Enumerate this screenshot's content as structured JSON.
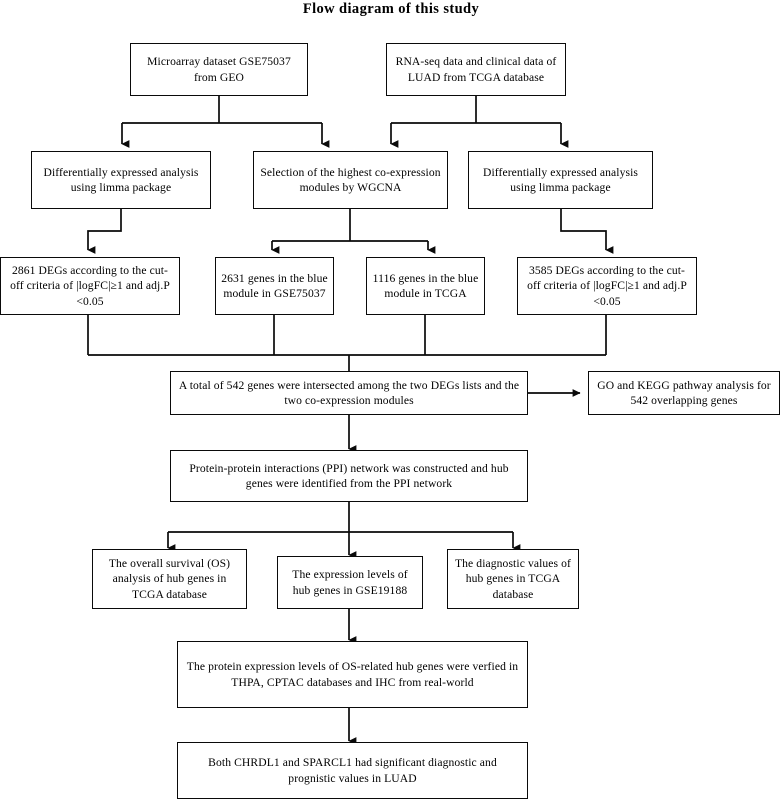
{
  "title": "Flow diagram of this study",
  "colors": {
    "box_border": "#0a0a0a",
    "connector": "#0a0a0a",
    "background": "#ffffff",
    "text": "#000000"
  },
  "nodes": {
    "geo_dataset": "Microarray dataset GSE75037 from GEO",
    "tcga_dataset": "RNA-seq data and clinical data of LUAD from TCGA database",
    "deg_limma_left": "Differentially expressed analysis using limma package",
    "wgcna": "Selection of the highest co-expression modules by WGCNA",
    "deg_limma_right": "Differentially expressed analysis using limma package",
    "degs_2861": "2861 DEGs according to the cut-off criteria of |logFC|≥1 and adj.P <0.05",
    "genes_2631": "2631 genes in the blue module in GSE75037",
    "genes_1116": "1116 genes in the blue module in TCGA",
    "degs_3585": "3585 DEGs according to the cut-off criteria of |logFC|≥1 and adj.P <0.05",
    "intersection": "A total of 542  genes were intersected among the two DEGs lists and the two co-expression modules",
    "go_kegg": "GO and KEGG pathway analysis for 542 overlapping genes",
    "ppi": "Protein-protein interactions (PPI) network was constructed and hub genes were identified from the PPI network",
    "os_analysis": "The overall survival (OS) analysis of hub genes in TCGA database",
    "expression_levels": "The expression levels of hub genes in GSE19188",
    "diagnostic_values": "The diagnostic values of hub genes in TCGA database",
    "protein_validation": "The protein expression levels of  OS-related hub genes were verfied in THPA, CPTAC databases and IHC from real-world",
    "conclusion": "Both CHRDL1 and SPARCL1  had significant diagnostic and prognistic values in LUAD"
  }
}
